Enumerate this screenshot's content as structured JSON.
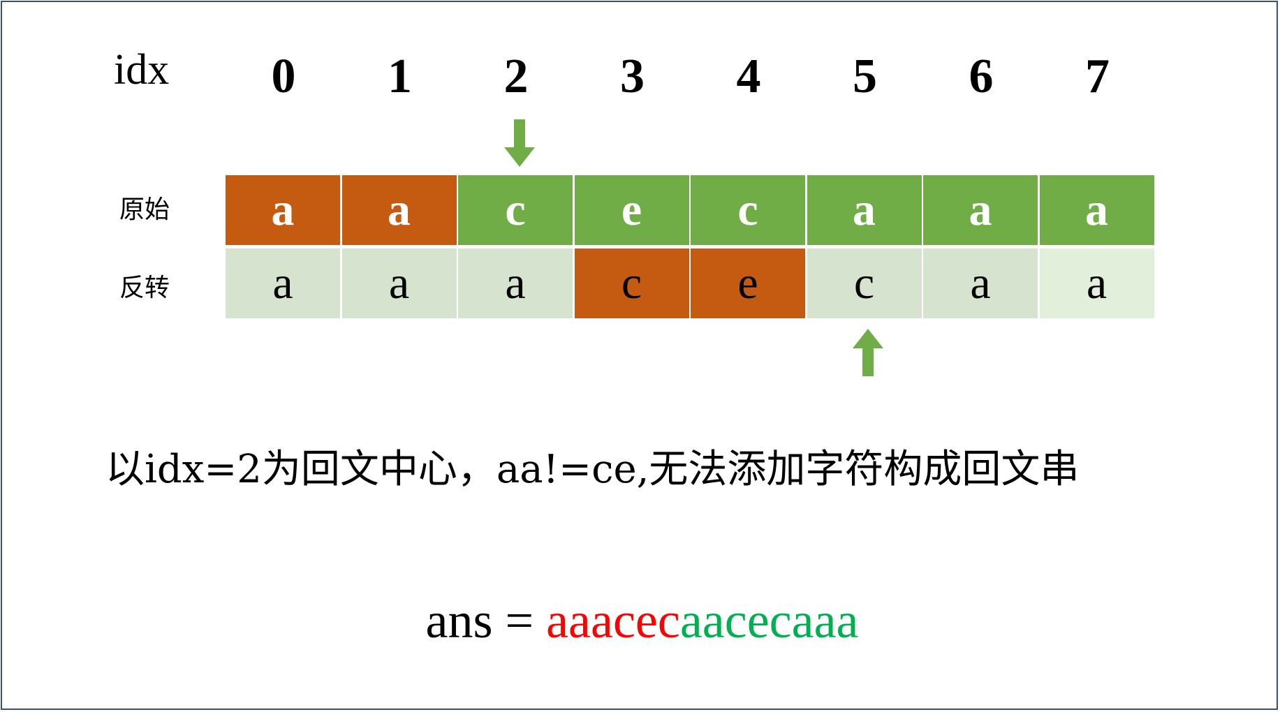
{
  "idx_label": "idx",
  "indices": [
    "0",
    "1",
    "2",
    "3",
    "4",
    "5",
    "6",
    "7"
  ],
  "rows": {
    "original": {
      "label": "原始",
      "cells": [
        "a",
        "a",
        "c",
        "e",
        "c",
        "a",
        "a",
        "a"
      ],
      "colors": [
        "#c55a11",
        "#c55a11",
        "#70ad47",
        "#70ad47",
        "#70ad47",
        "#70ad47",
        "#70ad47",
        "#70ad47"
      ]
    },
    "reversed": {
      "label": "反转",
      "cells": [
        "a",
        "a",
        "a",
        "c",
        "e",
        "c",
        "a",
        "a"
      ],
      "colors": [
        "#d6e3cf",
        "#d6e3cf",
        "#d6e3cf",
        "#c55a11",
        "#c55a11",
        "#d6e3cf",
        "#d6e3cf",
        "#e2efda"
      ]
    }
  },
  "arrow_color": "#70ad47",
  "caption": "以idx=2为回文中心，aa!=ce,无法添加字符构成回文串",
  "answer": {
    "prefix": "ans = ",
    "red_part": "aaacec",
    "green_part": "aacecaaa",
    "red_color": "#ff0000",
    "green_color": "#00b050"
  }
}
